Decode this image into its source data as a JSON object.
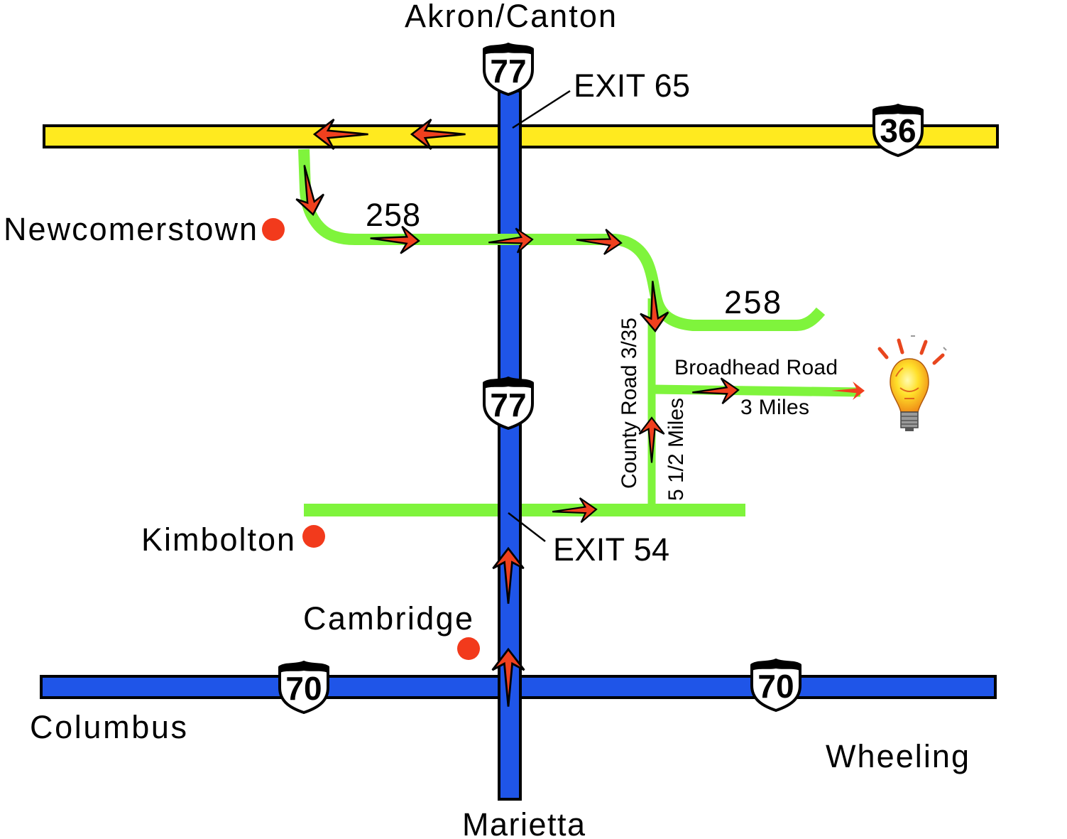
{
  "destinations": {
    "north": "Akron/Canton",
    "south": "Marietta",
    "west": "Columbus",
    "east": "Wheeling"
  },
  "towns": [
    "Newcomerstown",
    "Kimbolton",
    "Cambridge"
  ],
  "exits": {
    "north": "EXIT 65",
    "south": "EXIT 54"
  },
  "shields": {
    "i77": "77",
    "us36": "36",
    "i70": "70"
  },
  "route_258": "258",
  "local_roads": {
    "county_road": {
      "name": "County Road 3/35",
      "distance": "5 1/2 Miles"
    },
    "broadhead_road": {
      "name": "Broadhead Road",
      "distance": "3 Miles"
    }
  },
  "destination_marker": "light-bulb-icon",
  "colors": {
    "interstate": "#1f55e8",
    "us_route": "#ffea1f",
    "local_road": "#7ff43c",
    "arrow": "#f0401e",
    "town_dot": "#f23a1c"
  }
}
